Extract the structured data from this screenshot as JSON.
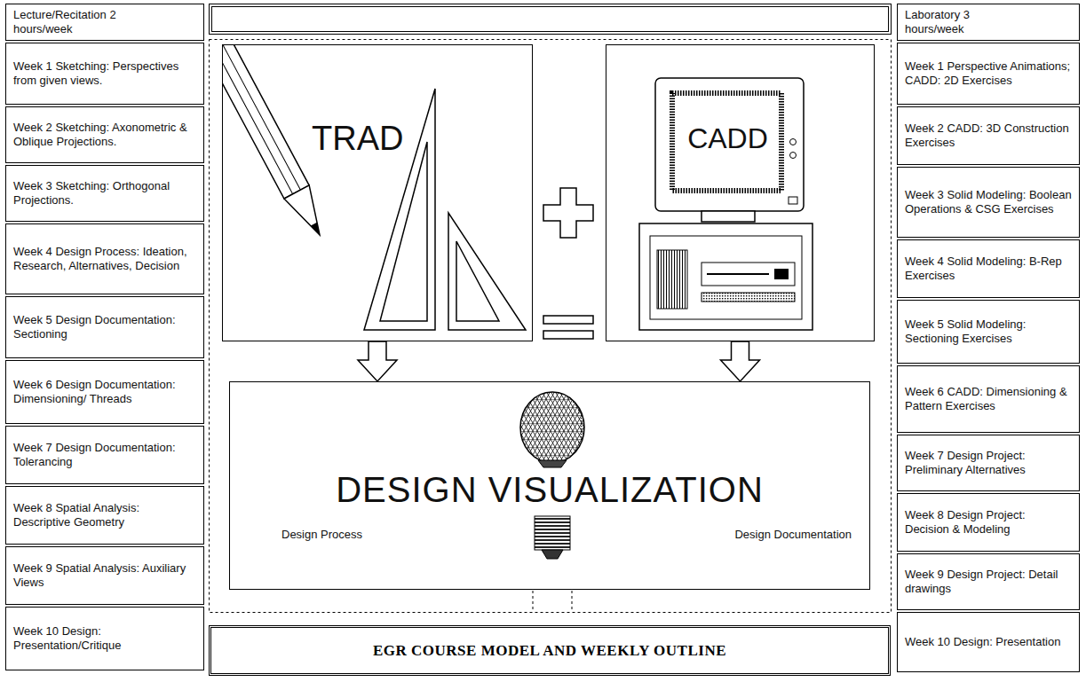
{
  "diagram": {
    "title": "EGR COURSE MODEL AND WEEKLY OUTLINE",
    "nodes": [
      {
        "text": [
          "Lecture/Recitation 2 hours/week"
        ]
      },
      {
        "text": [
          "Week 1 Sketching: Perspectives from given views."
        ]
      },
      {
        "text": [
          "Week 2 Sketching: Axonometric & Oblique Projections."
        ]
      },
      {
        "text": [
          "Week 3 Sketching: Orthogonal Projections."
        ]
      },
      {
        "text": [
          "Week 4 Design Process: Ideation, Research, Alternatives, Decision"
        ]
      },
      {
        "text": [
          "Week 5 Design Documentation: Sectioning"
        ]
      },
      {
        "text": [
          "Week 6 Design Documentation: Dimensioning/ Threads"
        ]
      },
      {
        "text": [
          "Week 7 Design Documentation: Tolerancing"
        ]
      },
      {
        "text": [
          "Week 8 Spatial Analysis: Descriptive Geometry"
        ]
      },
      {
        "text": [
          "Week 9 Spatial Analysis: Auxiliary Views"
        ]
      },
      {
        "text": [
          "Week 10 Design: Presentation/Critique"
        ]
      },
      {
        "text": [
          "TRAD"
        ]
      },
      {
        "text": [
          "CADD"
        ]
      },
      {
        "text": [
          "DESIGN VISUALIZATION",
          "Design Process",
          "Design Documentation"
        ]
      },
      {
        "text": [
          "Laboratory 3 hours/week"
        ]
      },
      {
        "text": [
          "Week 1 Perspective Animations; CADD: 2D Exercises"
        ]
      },
      {
        "text": [
          "Week 2 CADD: 3D Construction Exercises"
        ]
      },
      {
        "text": [
          "Week 3 Solid Modeling: Boolean Operations & CSG Exercises"
        ]
      },
      {
        "text": [
          "Week 4 Solid Modeling: B-Rep Exercises"
        ]
      },
      {
        "text": [
          "Week 5 Solid Modeling: Sectioning Exercises"
        ]
      },
      {
        "text": [
          "Week 6 CADD: Dimensioning & Pattern Exercises"
        ]
      },
      {
        "text": [
          "Week 7 Design Project: Preliminary Alternatives"
        ]
      },
      {
        "text": [
          "Week 8 Design Project: Decision & Modeling"
        ]
      },
      {
        "text": [
          "Week 9 Design Project: Detail drawings"
        ]
      },
      {
        "text": [
          "Week 10 Design: Presentation"
        ]
      }
    ],
    "edges": [
      {
        "from": 11,
        "to": 13,
        "arrow": "to"
      },
      {
        "from": 12,
        "to": 13,
        "arrow": "to"
      }
    ]
  }
}
